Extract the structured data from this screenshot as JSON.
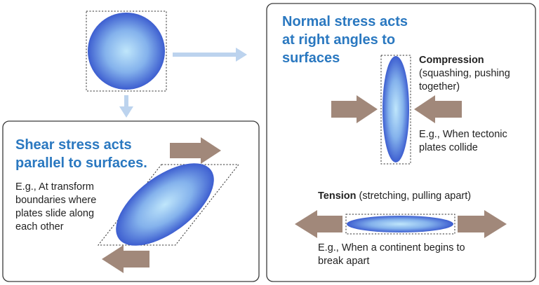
{
  "normal": {
    "heading_line1": "Normal stress acts",
    "heading_line2": "at right angles to",
    "heading_line3": "surfaces"
  },
  "compression": {
    "title": "Compression",
    "desc_line1": "(squashing, pushing",
    "desc_line2": "together)",
    "example_line1": "E.g., When tectonic",
    "example_line2": "plates collide"
  },
  "tension": {
    "title": "Tension",
    "desc": " (stretching, pulling apart)",
    "example_line1": "E.g., When a continent begins to",
    "example_line2": "break apart"
  },
  "shear": {
    "heading_line1": "Shear stress acts",
    "heading_line2": "parallel to surfaces.",
    "example_line1": "E.g., At transform",
    "example_line2": "boundaries where",
    "example_line3": "plates slide along",
    "example_line4": "each other"
  },
  "colors": {
    "heading": "#2a78c0",
    "arrow": "#a1887a",
    "guide_arrow": "#bcd3ee",
    "ellipse_center": "#bfe6fb",
    "ellipse_edge": "#3d5ed0"
  }
}
